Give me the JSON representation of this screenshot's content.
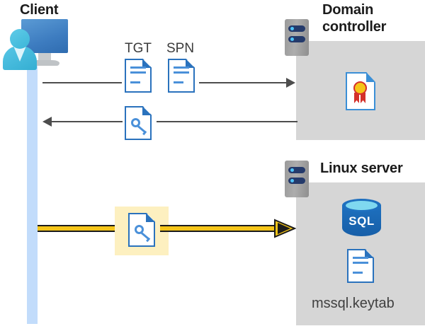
{
  "diagram": {
    "title_client": "Client",
    "title_domain_controller": "Domain\ncontroller",
    "title_domain_controller_line1": "Domain",
    "title_domain_controller_line2": "controller",
    "title_linux_server": "Linux server",
    "labels": {
      "tgt": "TGT",
      "spn": "SPN",
      "keytab_file": "mssql.keytab",
      "sql": "SQL"
    },
    "icons": {
      "client": "workstation-user-icon",
      "domain_controller_server": "server-rack-icon",
      "linux_server": "server-rack-icon",
      "tgt_document": "document-icon",
      "spn_document": "document-icon",
      "ticket_key_document": "key-document-icon",
      "keytab_key_document": "key-document-icon",
      "certificate": "certificate-document-icon",
      "database": "sql-database-icon",
      "keytab_document": "document-icon"
    },
    "flows": [
      {
        "name": "request-tgt-spn",
        "direction": "client-to-domain-controller",
        "style": "thin-gray-arrow",
        "labels": [
          "TGT",
          "SPN"
        ]
      },
      {
        "name": "return-service-ticket",
        "direction": "domain-controller-to-client",
        "style": "thin-gray-arrow",
        "labels": []
      },
      {
        "name": "present-keytab-ticket",
        "direction": "client-to-linux-server",
        "style": "gold-highlight-arrow",
        "labels": []
      }
    ],
    "colors": {
      "panel_gray": "#d6d6d6",
      "lifeline_blue": "#c2dcfb",
      "accent_blue": "#2a72bd",
      "gold": "#f5c518",
      "highlight_yellow": "#fdf0c0",
      "arrow_gray": "#4d4d4d",
      "sql_blue": "#1e70bf",
      "seal_red": "#d4302a"
    }
  }
}
